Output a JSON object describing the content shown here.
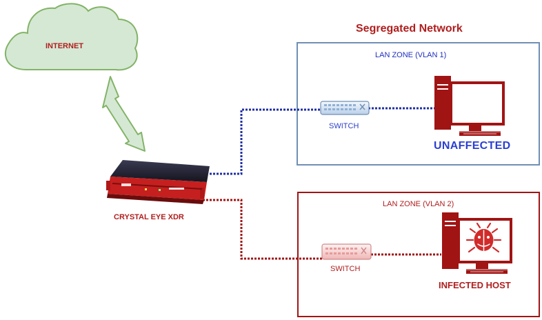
{
  "diagram": {
    "title": "Segregated Network",
    "internet_label": "INTERNET",
    "device_label": "CRYSTAL EYE XDR",
    "zone1": {
      "label": "LAN ZONE (VLAN 1)",
      "switch_label": "SWITCH",
      "host_status": "UNAFFECTED"
    },
    "zone2": {
      "label": "LAN ZONE (VLAN 2)",
      "switch_label": "SWITCH",
      "host_status": "INFECTED HOST"
    }
  },
  "colors": {
    "blue_line": "#1f2fa6",
    "red_line": "#a11414",
    "zone1_border": "#6f8fb5",
    "zone2_border": "#a11414",
    "cloud_fill": "#d5e8d4",
    "cloud_stroke": "#82b366",
    "host_red": "#d12a2a"
  },
  "icons": [
    "cloud-icon",
    "bidirectional-arrow-icon",
    "firewall-appliance-icon",
    "switch-icon",
    "computer-icon",
    "malware-bug-icon"
  ]
}
